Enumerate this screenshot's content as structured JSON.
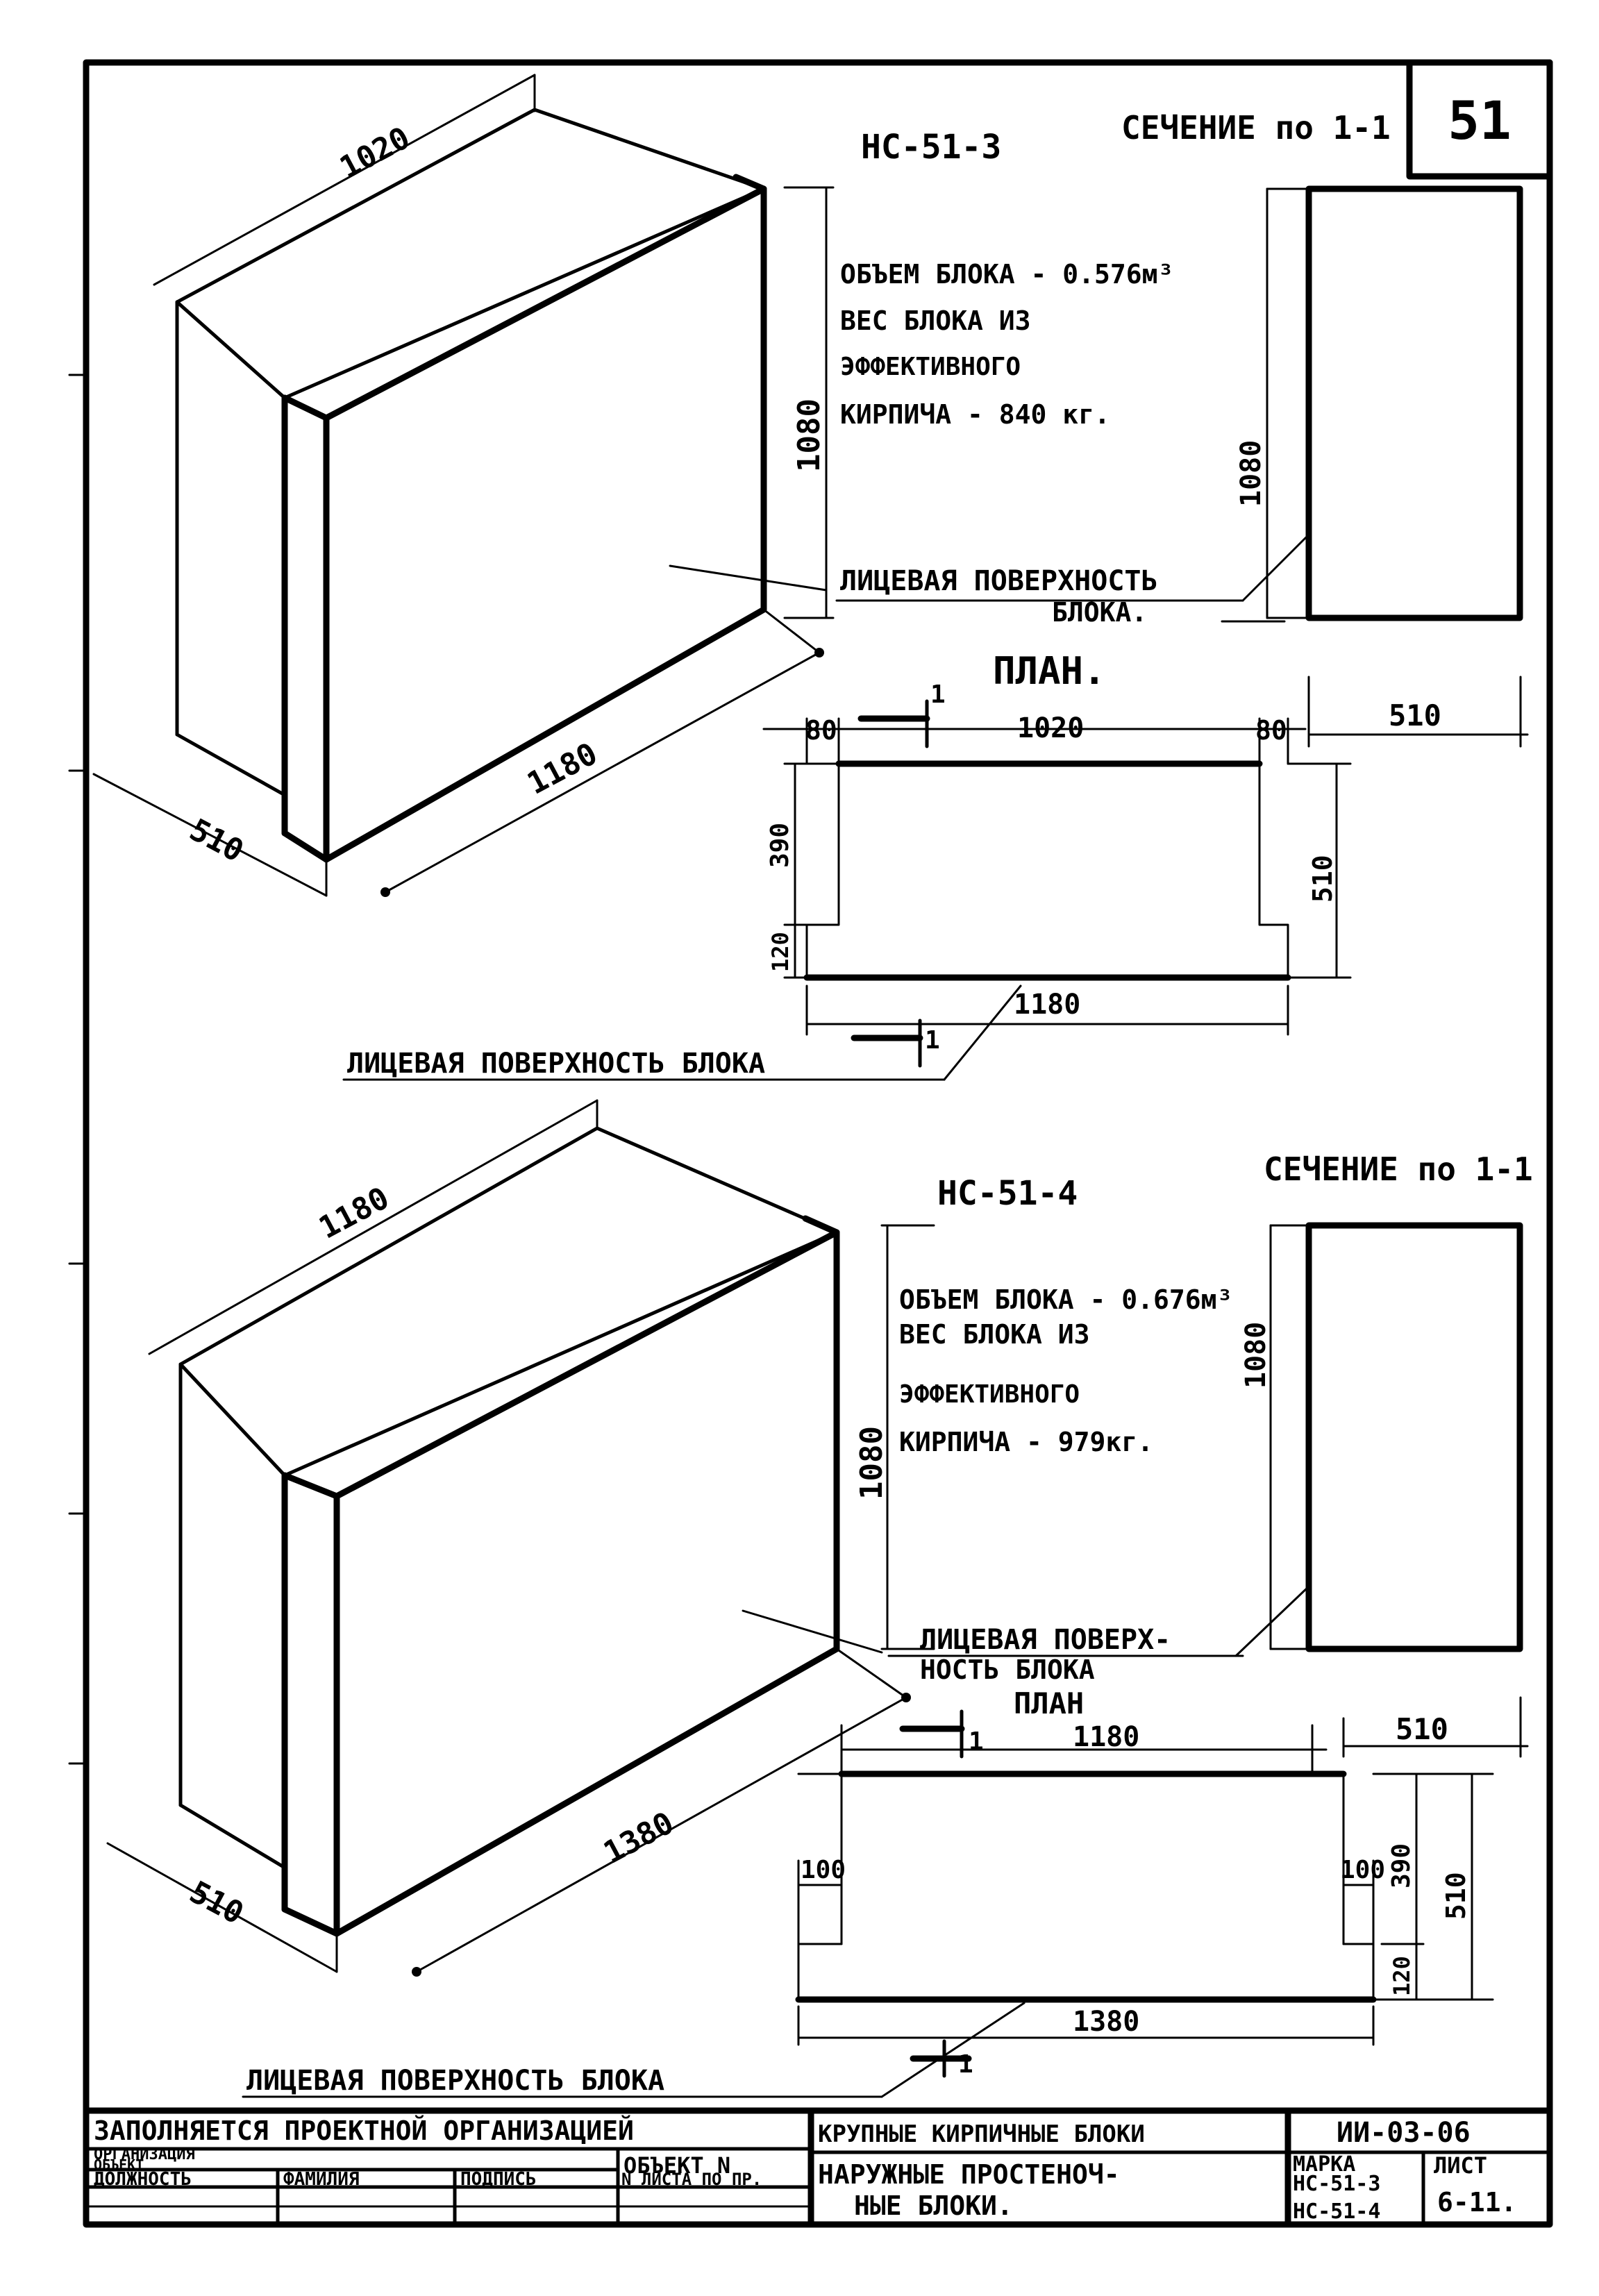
{
  "sheet_number": "51",
  "block1": {
    "mark": "НС-51-3",
    "section_title": "СЕЧЕНИЕ по 1-1",
    "volume_line": "ОБЪЕМ БЛОКА   - 0.576м³",
    "weight_line1": "ВЕС БЛОКА ИЗ",
    "weight_line2": "ЭФФЕКТИВНОГО",
    "weight_line3": "КИРПИЧА       - 840 кг.",
    "facade_line1": "ЛИЦЕВАЯ  ПОВЕРХНОСТЬ",
    "facade_line2": "БЛОКА.",
    "plan_title": "ПЛАН.",
    "iso_dims": {
      "length": "1020",
      "height": "1080",
      "depth": "510",
      "face": "1180"
    },
    "section_dims": {
      "height": "1080",
      "width": "510"
    },
    "plan_dims": {
      "left": "80",
      "top": "1020",
      "right": "80",
      "back_depth": "390",
      "front_depth": "120",
      "total_depth": "510",
      "bottom": "1180",
      "cut": "1"
    },
    "facade_bottom": "ЛИЦЕВАЯ ПОВЕРХНОСТЬ  БЛОКА"
  },
  "block2": {
    "mark": "НС-51-4",
    "section_title": "СЕЧЕНИЕ по 1-1",
    "volume_line": "ОБЪЕМ БЛОКА  - 0.676м³",
    "weight_line1": "ВЕС БЛОКА ИЗ",
    "weight_line2": "ЭФФЕКТИВНОГО",
    "weight_line3": "КИРПИЧА    -  979кг.",
    "facade_line1": "ЛИЦЕВАЯ  ПОВЕРХ-",
    "facade_line2": "НОСТЬ  БЛОКА",
    "plan_title": "ПЛАН",
    "iso_dims": {
      "length": "1180",
      "height": "1080",
      "depth": "510",
      "face": "1380"
    },
    "section_dims": {
      "height": "1080",
      "width": "510"
    },
    "plan_dims": {
      "left": "100",
      "top": "1180",
      "right": "100",
      "back_depth": "390",
      "front_depth": "120",
      "total_depth": "510",
      "bottom": "1380",
      "cut": "1"
    },
    "facade_bottom": "ЛИЦЕВАЯ ПОВЕРХНОСТЬ  БЛОКА"
  },
  "title_block": {
    "filled_by": "ЗАПОЛНЯЕТСЯ  ПРОЕКТНОЙ  ОРГАНИЗАЦИЕЙ",
    "organization": "ОРГАНИЗАЦИЯ",
    "object": "ОБЪЕКТ",
    "object_n": "ОБЪЕКТ N",
    "position": "ДОЛЖНОСТЬ",
    "surname": "ФАМИЛИЯ",
    "signature": "ПОДПИСЬ",
    "sheet_no_by_project": "N ЛИСТА ПО ПР.",
    "title_main": "КРУПНЫЕ КИРПИЧНЫЕ БЛОКИ",
    "series": "ИИ-03-06",
    "subtitle_line1": "НАРУЖНЫЕ   ПРОСТЕНОЧ-",
    "subtitle_line2": "НЫЕ    БЛОКИ.",
    "mark_label": "МАРКА",
    "mark_1": "НС-51-3",
    "mark_2": "НС-51-4",
    "sheet_label": "ЛИСТ",
    "sheet_value": "6-11."
  }
}
